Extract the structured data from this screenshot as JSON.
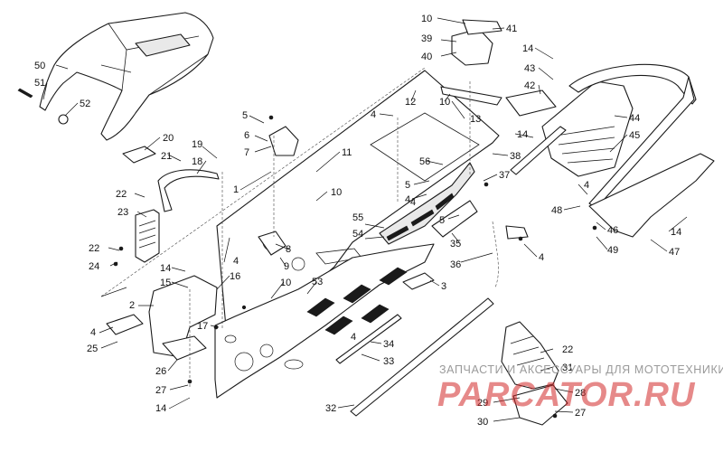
{
  "diagram": {
    "callouts": [
      {
        "id": "c1",
        "label": "1"
      },
      {
        "id": "c2",
        "label": "2"
      },
      {
        "id": "c3",
        "label": "3"
      },
      {
        "id": "c4a",
        "label": "4"
      },
      {
        "id": "c4b",
        "label": "4"
      },
      {
        "id": "c4c",
        "label": "4"
      },
      {
        "id": "c4d",
        "label": "4"
      },
      {
        "id": "c4e",
        "label": "4"
      },
      {
        "id": "c4f",
        "label": "4"
      },
      {
        "id": "c4g",
        "label": "4"
      },
      {
        "id": "c4h",
        "label": "4"
      },
      {
        "id": "c5a",
        "label": "5"
      },
      {
        "id": "c5b",
        "label": "5"
      },
      {
        "id": "c5c",
        "label": "5"
      },
      {
        "id": "c6",
        "label": "6"
      },
      {
        "id": "c7",
        "label": "7"
      },
      {
        "id": "c8",
        "label": "8"
      },
      {
        "id": "c9",
        "label": "9"
      },
      {
        "id": "c10a",
        "label": "10"
      },
      {
        "id": "c10b",
        "label": "10"
      },
      {
        "id": "c10c",
        "label": "10"
      },
      {
        "id": "c10d",
        "label": "10"
      },
      {
        "id": "c11",
        "label": "11"
      },
      {
        "id": "c12",
        "label": "12"
      },
      {
        "id": "c13",
        "label": "13"
      },
      {
        "id": "c14a",
        "label": "14"
      },
      {
        "id": "c14b",
        "label": "14"
      },
      {
        "id": "c14c",
        "label": "14"
      },
      {
        "id": "c14d",
        "label": "14"
      },
      {
        "id": "c14e",
        "label": "14"
      },
      {
        "id": "c15",
        "label": "15"
      },
      {
        "id": "c16",
        "label": "16"
      },
      {
        "id": "c17",
        "label": "17"
      },
      {
        "id": "c18",
        "label": "18"
      },
      {
        "id": "c19",
        "label": "19"
      },
      {
        "id": "c20",
        "label": "20"
      },
      {
        "id": "c21",
        "label": "21"
      },
      {
        "id": "c22a",
        "label": "22"
      },
      {
        "id": "c22b",
        "label": "22"
      },
      {
        "id": "c22c",
        "label": "22"
      },
      {
        "id": "c23",
        "label": "23"
      },
      {
        "id": "c24",
        "label": "24"
      },
      {
        "id": "c25",
        "label": "25"
      },
      {
        "id": "c26",
        "label": "26"
      },
      {
        "id": "c27a",
        "label": "27"
      },
      {
        "id": "c27b",
        "label": "27"
      },
      {
        "id": "c28",
        "label": "28"
      },
      {
        "id": "c29",
        "label": "29"
      },
      {
        "id": "c30",
        "label": "30"
      },
      {
        "id": "c31",
        "label": "31"
      },
      {
        "id": "c32",
        "label": "32"
      },
      {
        "id": "c33",
        "label": "33"
      },
      {
        "id": "c34",
        "label": "34"
      },
      {
        "id": "c35",
        "label": "35"
      },
      {
        "id": "c36",
        "label": "36"
      },
      {
        "id": "c37",
        "label": "37"
      },
      {
        "id": "c38",
        "label": "38"
      },
      {
        "id": "c39",
        "label": "39"
      },
      {
        "id": "c40",
        "label": "40"
      },
      {
        "id": "c41",
        "label": "41"
      },
      {
        "id": "c42",
        "label": "42"
      },
      {
        "id": "c43",
        "label": "43"
      },
      {
        "id": "c44",
        "label": "44"
      },
      {
        "id": "c45",
        "label": "45"
      },
      {
        "id": "c46",
        "label": "46"
      },
      {
        "id": "c47",
        "label": "47"
      },
      {
        "id": "c48",
        "label": "48"
      },
      {
        "id": "c49",
        "label": "49"
      },
      {
        "id": "c50",
        "label": "50"
      },
      {
        "id": "c51",
        "label": "51"
      },
      {
        "id": "c52",
        "label": "52"
      },
      {
        "id": "c53",
        "label": "53"
      },
      {
        "id": "c54",
        "label": "54"
      },
      {
        "id": "c55",
        "label": "55"
      },
      {
        "id": "c56",
        "label": "56"
      }
    ]
  },
  "watermark": {
    "caption": "ЗАПЧАСТИ И АКСЕССУАРЫ ДЛЯ МОТОТЕХНИКИ",
    "logo": "PARCATOR.RU"
  },
  "colors": {
    "line": "#1a1a1a",
    "background": "#ffffff",
    "watermark_logo": "#d22828",
    "watermark_caption": "#9a9a9a"
  }
}
